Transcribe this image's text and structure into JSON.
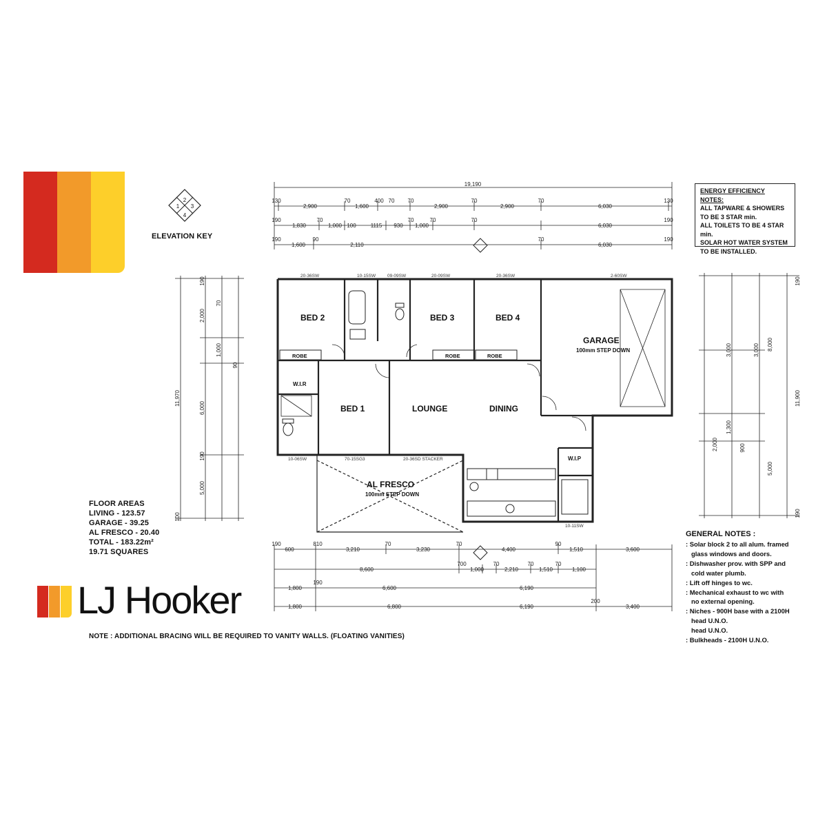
{
  "brand": {
    "name": "LJ Hooker",
    "colors": {
      "red": "#d42a1f",
      "orange": "#f29a2a",
      "yellow": "#fdcf2a"
    }
  },
  "elevation_key": {
    "label": "ELEVATION KEY",
    "numbers": [
      "1",
      "2",
      "3",
      "4"
    ]
  },
  "energy_notes": {
    "title": "ENERGY EFFICIENCY NOTES:",
    "lines": [
      "ALL TAPWARE & SHOWERS",
      "TO BE 3 STAR min.",
      "ALL TOILETS TO BE 4 STAR",
      "min.",
      "SOLAR HOT WATER SYSTEM",
      "TO BE INSTALLED."
    ]
  },
  "floor_areas": {
    "title": "FLOOR AREAS",
    "lines": [
      "LIVING - 123.57",
      "GARAGE - 39.25",
      "AL FRESCO - 20.40",
      "TOTAL - 183.22m²",
      "19.71 SQUARES"
    ]
  },
  "general_notes": {
    "title": "GENERAL NOTES :",
    "lines": [
      ": Solar block 2 to all alum. framed",
      "  glass windows and doors.",
      ": Dishwasher prov. with SPP and",
      "  cold water plumb.",
      ": Lift off hinges to wc.",
      ": Mechanical exhaust to wc with",
      "  no external opening.",
      ": Niches - 900H base with a 2100H",
      "  head U.N.O.",
      "  head U.N.O.",
      ": Bulkheads - 2100H U.N.O."
    ]
  },
  "bottom_note": "NOTE : ADDITIONAL BRACING WILL BE REQUIRED TO VANITY WALLS. (FLOATING VANITIES)",
  "rooms": {
    "bed2": "BED 2",
    "bed3": "BED 3",
    "bed4": "BED 4",
    "bed1": "BED 1",
    "garage": "GARAGE",
    "garage_sub": "100mm STEP DOWN",
    "lounge": "LOUNGE",
    "dining": "DINING",
    "alfresco": "AL FRESCO",
    "alfresco_sub": "100mm STEP DOWN",
    "robe": "ROBE",
    "wir": "W.I.R",
    "wip": "W.I.P",
    "stacker": "20-36SD STACKER"
  },
  "window_codes": {
    "w1": "20-36SW",
    "w2": "10-15SW",
    "w3": "09-09SW",
    "w4": "20-09SW",
    "w5": "20-36SW",
    "w6": "2-60SW",
    "w7": "10-06SW",
    "w8": "70-15SG3",
    "w9": "10-11SW"
  },
  "dimensions": {
    "top_total": "19,190",
    "top_row1": [
      "130",
      "2,900",
      "70",
      "1,600",
      "400",
      "70",
      "70",
      "2,900",
      "70",
      "2,900",
      "70",
      "6,030",
      "130"
    ],
    "top_row2": [
      "190",
      "1,830",
      "70",
      "1,000",
      "100",
      "1115",
      "930",
      "70",
      "1,000",
      "70",
      "70",
      "6,030",
      "190"
    ],
    "top_row3": [
      "190",
      "1,600",
      "90",
      "2,110",
      "70",
      "6,030",
      "190"
    ],
    "bottom_row1": [
      "190",
      "600",
      "810",
      "3,210",
      "70",
      "3,230",
      "70",
      "4,400",
      "90",
      "1,510",
      "3,600"
    ],
    "bottom_row2": [
      "8,600",
      "700",
      "1,000",
      "70",
      "2,210",
      "70",
      "1,510",
      "70",
      "1,100"
    ],
    "bottom_row3": [
      "1,800",
      "190",
      "6,600",
      "6,190"
    ],
    "bottom_row4": [
      "1,800",
      "6,800",
      "6,190",
      "200",
      "3,400"
    ],
    "left_total": "11,970",
    "left_row": [
      "190",
      "2,000",
      "70",
      "1,000",
      "90",
      "6,000",
      "190",
      "5,000",
      "100"
    ],
    "right_total": "11,900",
    "right_row": [
      "190",
      "3,000",
      "3,000",
      "8,000",
      "1,300",
      "2,000",
      "900",
      "5,000",
      "190"
    ]
  }
}
